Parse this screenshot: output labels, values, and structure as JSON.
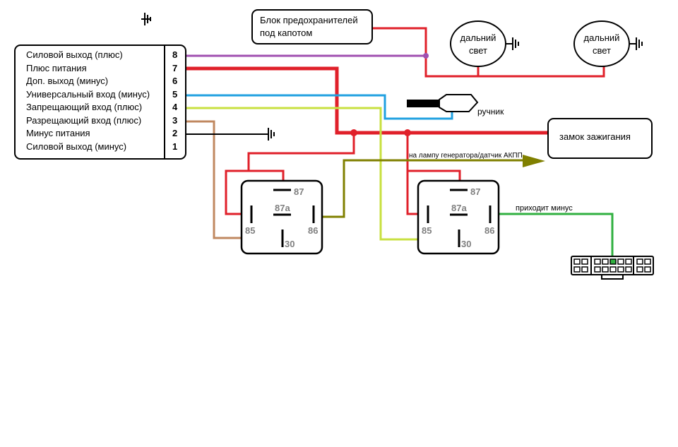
{
  "module": {
    "rows": [
      {
        "label": "Силовой выход (плюс)",
        "pin": "8"
      },
      {
        "label": "Плюс питания",
        "pin": "7"
      },
      {
        "label": "Доп. выход (минус)",
        "pin": "6"
      },
      {
        "label": "Универсальный вход (минус)",
        "pin": "5"
      },
      {
        "label": "Запрещающий вход (плюс)",
        "pin": "4"
      },
      {
        "label": "Разрещающий вход (плюс)",
        "pin": "3"
      },
      {
        "label": "Минус питания",
        "pin": "2"
      },
      {
        "label": "Силовой выход (минус)",
        "pin": "1"
      }
    ]
  },
  "fuse_box": {
    "line1": "Блок предохранителей",
    "line2": "под капотом"
  },
  "headlights": [
    {
      "line1": "дальний",
      "line2": "свет"
    },
    {
      "line1": "дальний",
      "line2": "свет"
    }
  ],
  "ignition": {
    "label": "замок зажигания"
  },
  "handbrake": {
    "label": "ручник"
  },
  "generator": {
    "label": "на лампу генератора/датчик АКПП"
  },
  "minus_arrives": {
    "label": "приходит минус"
  },
  "relay_pins": {
    "p87": "87",
    "p87a": "87a",
    "p85": "85",
    "p86": "86",
    "p30": "30"
  },
  "colors": {
    "power_red": "#e0202a",
    "violet": "#a050b0",
    "blue": "#20a0e0",
    "yellow_green": "#c8e040",
    "brown": "#c08860",
    "olive": "#808000",
    "green": "#30b040",
    "black": "#000000"
  }
}
